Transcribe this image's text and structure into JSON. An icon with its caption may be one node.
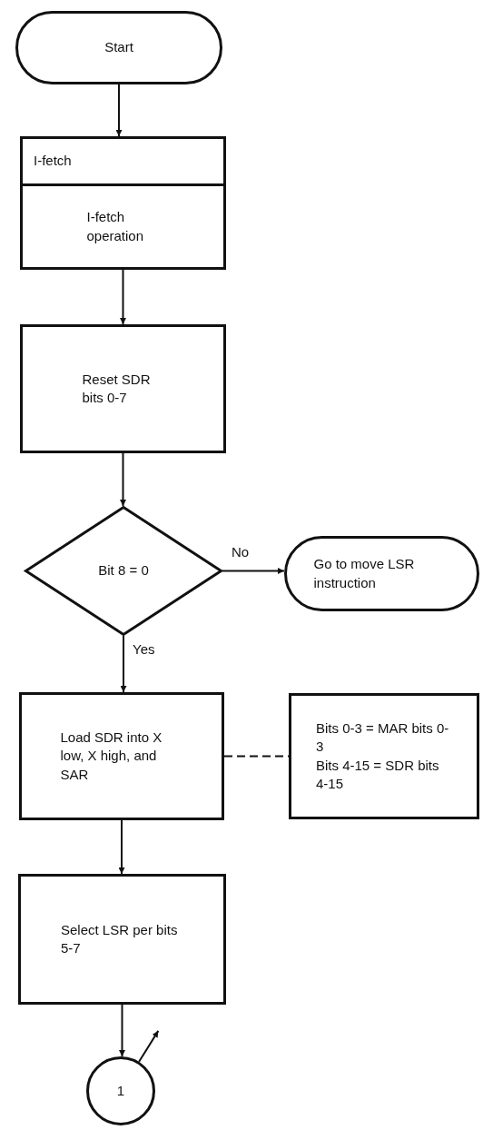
{
  "diagram": {
    "nodes": [
      {
        "text": [
          "Start"
        ]
      },
      {
        "text": [
          "I-fetch",
          "I-fetch operation"
        ]
      },
      {
        "text": [
          "Reset SDR bits 0-7"
        ]
      },
      {
        "text": [
          "Bit 8 = 0"
        ]
      },
      {
        "text": [
          "Go to move LSR instruction"
        ]
      },
      {
        "text": [
          "Load SDR into X low, X high, and SAR"
        ]
      },
      {
        "text": [
          "Bits 0-3 = MAR bits 0-3",
          "Bits 4-15 = SDR bits 4-15"
        ]
      },
      {
        "text": [
          "Select LSR per bits 5-7"
        ]
      },
      {
        "text": [
          "1"
        ]
      }
    ],
    "edges": [
      {
        "from": 0,
        "to": 1,
        "arrow": "to"
      },
      {
        "from": 1,
        "to": 2,
        "arrow": "to"
      },
      {
        "from": 2,
        "to": 3,
        "arrow": "to"
      },
      {
        "from": 3,
        "to": 4,
        "arrow": "to",
        "label": "No"
      },
      {
        "from": 3,
        "to": 5,
        "arrow": "to",
        "label": "Yes"
      },
      {
        "from": 5,
        "to": 6,
        "arrow": "none",
        "style": "dashed"
      },
      {
        "from": 5,
        "to": 7,
        "arrow": "to"
      },
      {
        "from": 7,
        "to": 8,
        "arrow": "to"
      },
      {
        "from": 8,
        "to": null,
        "arrow": "to"
      }
    ]
  }
}
